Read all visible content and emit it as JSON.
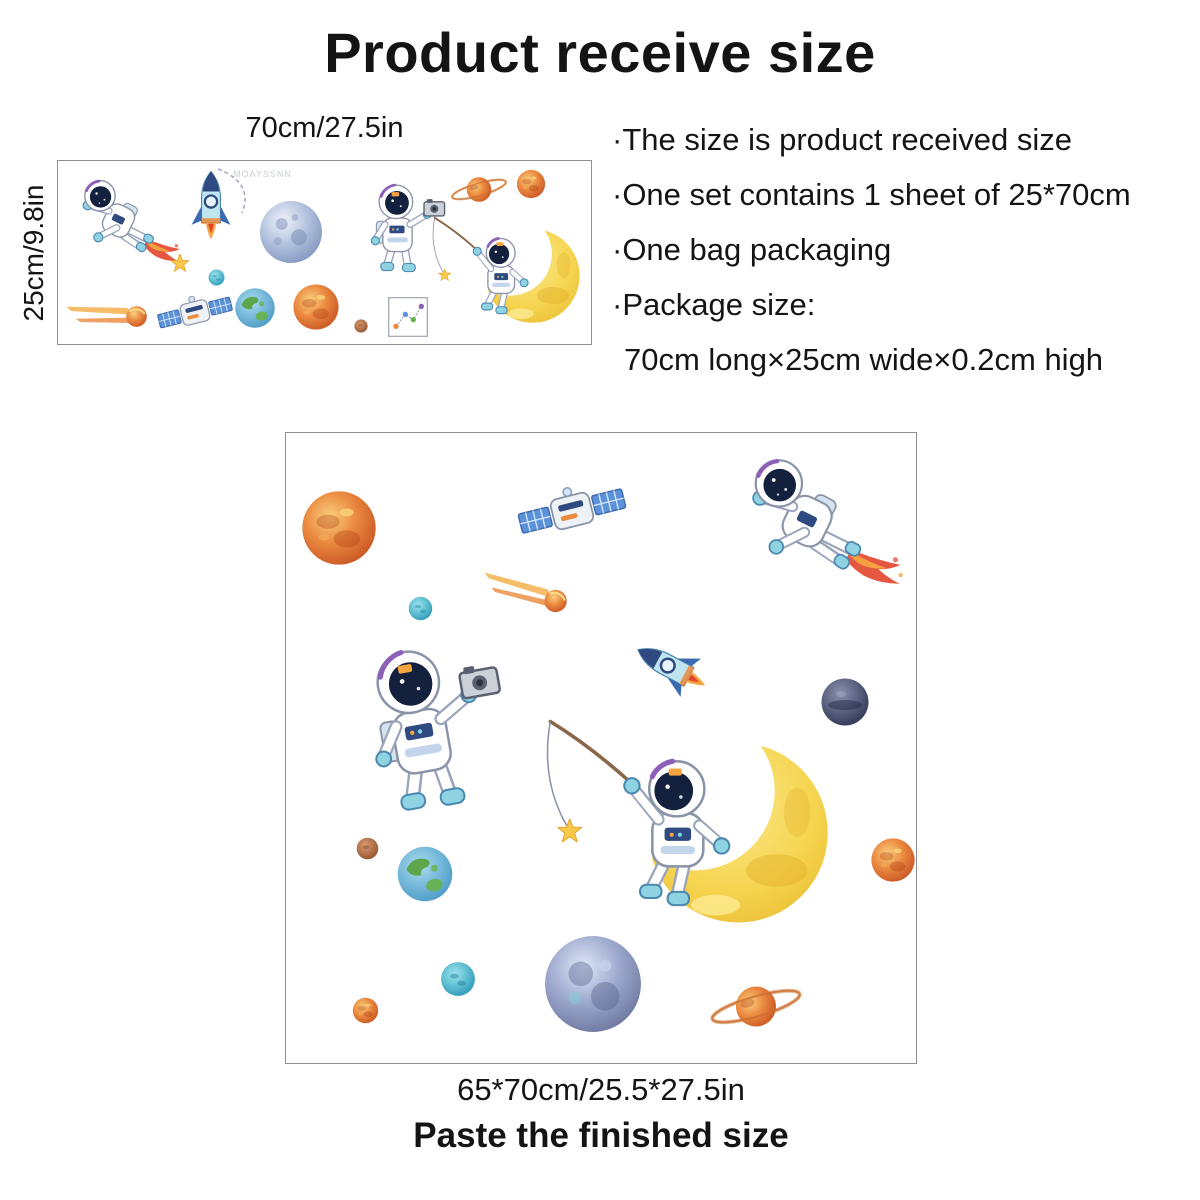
{
  "title": "Product receive size",
  "sheet": {
    "top_label": "70cm/27.5in",
    "side_label": "25cm/9.8in",
    "watermark": "MOAYSSNN"
  },
  "details": {
    "items": [
      "·The size is product received size",
      "·One set contains 1 sheet of 25*70cm",
      "·One bag packaging",
      "·Package size:"
    ],
    "package_size": "70cm long×25cm wide×0.2cm high"
  },
  "pasted": {
    "size_label": "65*70cm/25.5*27.5in",
    "caption": "Paste the finished size"
  },
  "colors": {
    "text": "#141414",
    "border": "#8f8f8f",
    "moon_yellow": "#f5d44f",
    "planet_orange": "#ec8c42",
    "planet_blue_gray": "#aebfdc",
    "planet_green": "#57a13a",
    "planet_teal": "#2795b5",
    "planet_purple": "#9aa6cc",
    "visor_navy": "#13203e",
    "suit_white": "#ffffff",
    "boot_teal": "#8fd2e2",
    "flame_red": "#e2452c",
    "flame_orange": "#f5a53f",
    "solar_panel_blue": "#5c92d8"
  }
}
